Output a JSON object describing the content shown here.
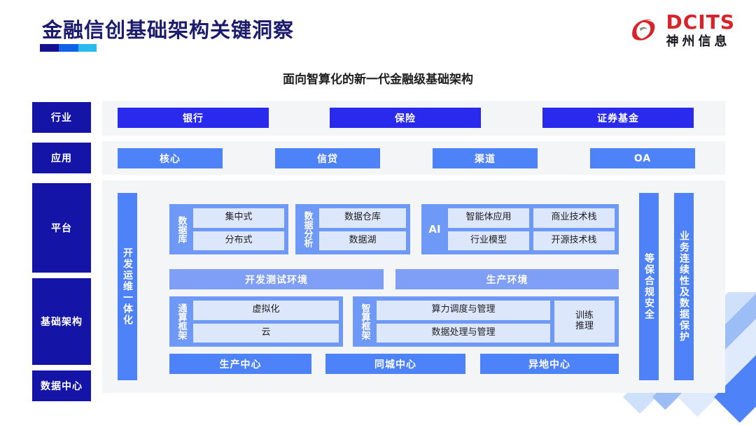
{
  "header": {
    "title": "金融信创基础架构关键洞察",
    "subtitle": "面向智算化的新一代金融级基础架构",
    "logo_en": "DCITS",
    "logo_cn": "神州信息",
    "accent_colors": [
      "#13118f",
      "#1060e8",
      "#27bbee"
    ],
    "brand_red": "#d8232a"
  },
  "sidebar": {
    "items": [
      {
        "label": "行业"
      },
      {
        "label": "应用"
      },
      {
        "label": "平台"
      },
      {
        "label": "基础架构"
      },
      {
        "label": "数据中心"
      }
    ]
  },
  "rows": {
    "industry": [
      "银行",
      "保险",
      "证券基金"
    ],
    "application": [
      "核心",
      "信贷",
      "渠道",
      "OA"
    ],
    "environment": [
      "开发测试环境",
      "生产环境"
    ],
    "datacenter": [
      "生产中心",
      "同城中心",
      "异地中心"
    ]
  },
  "side_pillars": {
    "left": "开发运维一体化",
    "right_inner": "等保合规安全",
    "right_outer": "业务连续性及数据保护"
  },
  "platform_groups": [
    {
      "label": "数据库",
      "rows": [
        [
          "集中式"
        ],
        [
          "分布式"
        ]
      ]
    },
    {
      "label": "数据分析",
      "rows": [
        [
          "数据仓库"
        ],
        [
          "数据湖"
        ]
      ]
    },
    {
      "label": "AI",
      "rows": [
        [
          "智能体应用",
          "商业技术栈"
        ],
        [
          "行业模型",
          "开源技术栈"
        ]
      ]
    }
  ],
  "infra_groups": [
    {
      "label": "通算框架",
      "rows": [
        [
          "虚拟化"
        ],
        [
          "云"
        ]
      ]
    },
    {
      "label": "智算框架",
      "rows": [
        [
          "算力调度与管理"
        ],
        [
          "数据处理与管理"
        ]
      ],
      "side_cell": "训练\n推理"
    }
  ],
  "colors": {
    "navy": "#1414a6",
    "dark_blue": "#2a2aee",
    "mid_blue": "#4d82f8",
    "soft_blue": "#7f9ef5",
    "group_blue": "#6f99f7",
    "cell_blue": "#dde7fc",
    "band_gray": "#f4f5f7"
  }
}
